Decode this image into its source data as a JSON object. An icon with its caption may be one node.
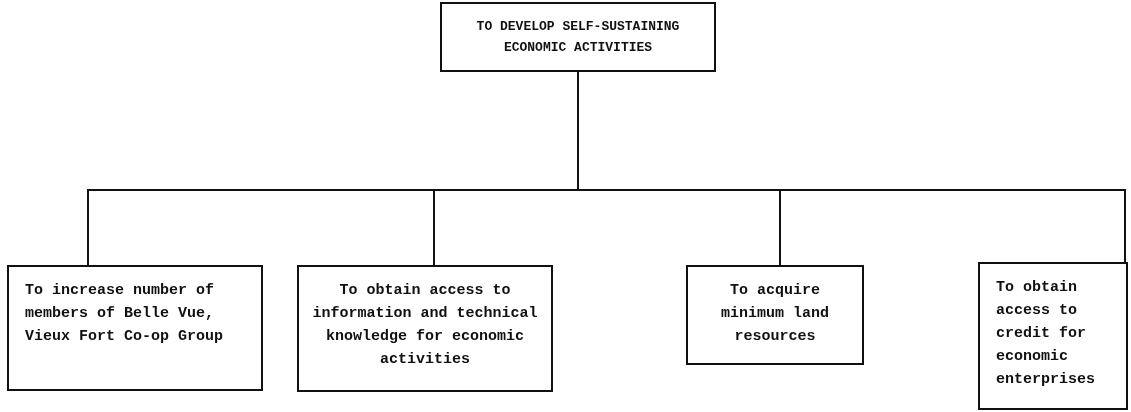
{
  "diagram": {
    "nodes": [
      {
        "text": [
          "TO DEVELOP SELF-SUSTAINING ECONOMIC ACTIVITIES"
        ]
      },
      {
        "text": [
          "To increase number of members of Belle Vue, Vieux Fort Co-op Group"
        ]
      },
      {
        "text": [
          "To obtain access to information and technical knowledge for economic activities"
        ]
      },
      {
        "text": [
          "To acquire minimum land resources"
        ]
      },
      {
        "text": [
          "To obtain access to credit for economic enterprises"
        ]
      }
    ],
    "edges": [
      {
        "from": 0,
        "to": 1,
        "arrow": "none"
      },
      {
        "from": 0,
        "to": 2,
        "arrow": "none"
      },
      {
        "from": 0,
        "to": 3,
        "arrow": "none"
      },
      {
        "from": 0,
        "to": 4,
        "arrow": "none"
      }
    ]
  }
}
